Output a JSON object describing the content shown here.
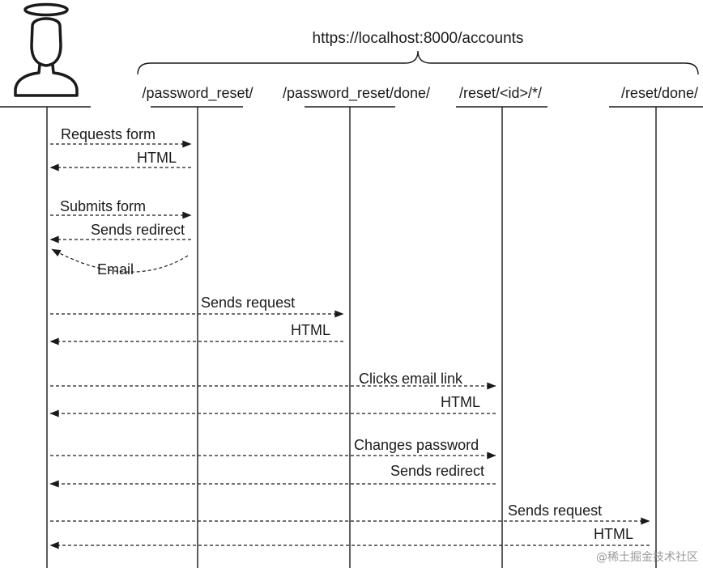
{
  "diagram": {
    "type": "sequence",
    "title": "https://localhost:8000/accounts",
    "actor_icon": "user-with-halo-icon",
    "endpoints": [
      {
        "id": "pr",
        "label": "/password_reset/"
      },
      {
        "id": "prd",
        "label": "/password_reset/done/"
      },
      {
        "id": "rid",
        "label": "/reset/<id>/*/"
      },
      {
        "id": "rd",
        "label": "/reset/done/"
      }
    ],
    "messages": [
      {
        "label": "Requests form",
        "from": "user",
        "to": "pr"
      },
      {
        "label": "HTML",
        "from": "pr",
        "to": "user"
      },
      {
        "label": "Submits form",
        "from": "user",
        "to": "pr"
      },
      {
        "label": "Sends redirect",
        "from": "pr",
        "to": "user"
      },
      {
        "label": "Email",
        "from": "pr",
        "to": "user",
        "style": "curved"
      },
      {
        "label": "Sends request",
        "from": "user",
        "to": "prd"
      },
      {
        "label": "HTML",
        "from": "prd",
        "to": "user"
      },
      {
        "label": "Clicks email link",
        "from": "user",
        "to": "rid"
      },
      {
        "label": "HTML",
        "from": "rid",
        "to": "user"
      },
      {
        "label": "Changes password",
        "from": "user",
        "to": "rid"
      },
      {
        "label": "Sends redirect",
        "from": "rid",
        "to": "user"
      },
      {
        "label": "Sends request",
        "from": "user",
        "to": "rd"
      },
      {
        "label": "HTML",
        "from": "rd",
        "to": "user"
      }
    ],
    "watermark": "@稀土掘金技术社区"
  }
}
